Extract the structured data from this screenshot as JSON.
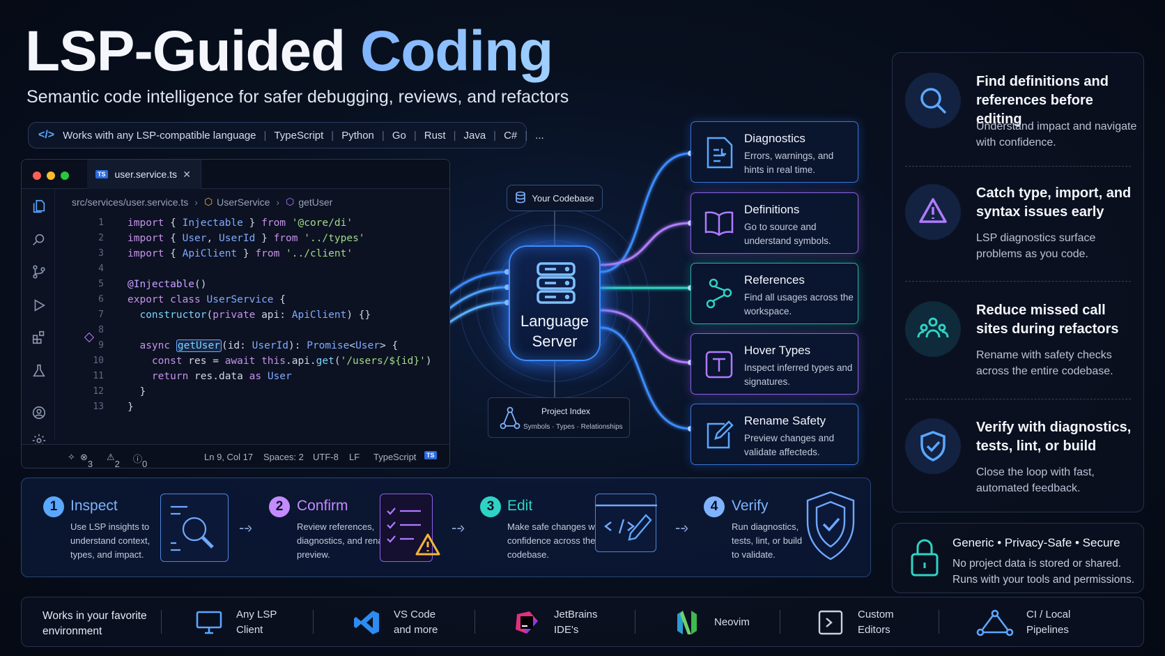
{
  "header": {
    "title_part1": "LSP-Guided ",
    "title_part2": "Coding",
    "subtitle": "Semantic code intelligence for safer debugging, reviews, and refactors",
    "lang_intro": "Works with any LSP-compatible language",
    "languages": [
      "TypeScript",
      "Python",
      "Go",
      "Rust",
      "Java",
      "C#",
      "..."
    ]
  },
  "editor": {
    "tab_badge": "TS",
    "tab_label": "user.service.ts",
    "breadcrumb_path": "src/services/user.service.ts",
    "breadcrumb_class": "UserService",
    "breadcrumb_method": "getUser",
    "line_numbers": [
      "1",
      "2",
      "3",
      "4",
      "5",
      "6",
      "7",
      "8",
      "9",
      "10",
      "11",
      "12",
      "13"
    ],
    "status": {
      "errors": "3",
      "warnings": "2",
      "infos": "0",
      "position": "Ln 9, Col 17",
      "spaces": "Spaces: 2",
      "encoding": "UTF-8",
      "eol": "LF",
      "language": "TypeScript",
      "badge": "TS"
    }
  },
  "center": {
    "codebase": "Your Codebase",
    "server_line1": "Language",
    "server_line2": "Server",
    "index_title": "Project Index",
    "index_sub": "Symbols · Types · Relationships"
  },
  "features": [
    {
      "title": "Diagnostics",
      "desc": "Errors, warnings, and hints in real time.",
      "icon": "document-icon",
      "color": "#5aa8ff"
    },
    {
      "title": "Definitions",
      "desc": "Go to source and understand symbols.",
      "icon": "book-icon",
      "color": "#b07bff"
    },
    {
      "title": "References",
      "desc": "Find all usages across the workspace.",
      "icon": "share-nodes-icon",
      "color": "#2fd3c5"
    },
    {
      "title": "Hover Types",
      "desc": "Inspect inferred types and signatures.",
      "icon": "type-t-icon",
      "color": "#b07bff"
    },
    {
      "title": "Rename Safety",
      "desc": "Preview changes and validate affecteds.",
      "icon": "edit-pen-icon",
      "color": "#5aa8ff"
    }
  ],
  "benefits": [
    {
      "title": "Find definitions and references before editing",
      "desc": "Understand impact and navigate with confidence.",
      "icon": "search-icon",
      "color": "#5aa8ff"
    },
    {
      "title": "Catch type, import, and syntax issues early",
      "desc": "LSP diagnostics surface problems as you code.",
      "icon": "warning-icon",
      "color": "#b07bff"
    },
    {
      "title": "Reduce missed call sites during refactors",
      "desc": "Rename with safety checks across the entire codebase.",
      "icon": "users-icon",
      "color": "#2fd3c5"
    },
    {
      "title": "Verify with diagnostics, tests, lint, or build",
      "desc": "Close the loop with fast, automated feedback.",
      "icon": "shield-check-icon",
      "color": "#5aa8ff"
    }
  ],
  "privacy": {
    "title": "Generic • Privacy-Safe • Secure",
    "desc": "No project data is stored or shared. Runs with your tools and permissions."
  },
  "steps": [
    {
      "num": "1",
      "title": "Inspect",
      "desc": "Use LSP insights to understand context, types, and impact.",
      "color": "#5aa8ff"
    },
    {
      "num": "2",
      "title": "Confirm",
      "desc": "Review references, diagnostics, and rename preview.",
      "color": "#c48bff"
    },
    {
      "num": "3",
      "title": "Edit",
      "desc": "Make safe changes with confidence across the codebase.",
      "color": "#2fd3c5"
    },
    {
      "num": "4",
      "title": "Verify",
      "desc": "Run diagnostics, tests, lint, or build to validate.",
      "color": "#7fb3ff"
    }
  ],
  "environments": {
    "lead": "Works in your favorite environment",
    "items": [
      {
        "label": "Any LSP Client",
        "icon": "monitor-icon"
      },
      {
        "label": "VS Code and more",
        "icon": "vscode-icon"
      },
      {
        "label": "JetBrains IDE's",
        "icon": "jetbrains-icon"
      },
      {
        "label": "Neovim",
        "icon": "neovim-icon"
      },
      {
        "label": "Custom Editors",
        "icon": "terminal-icon"
      },
      {
        "label": "CI / Local Pipelines",
        "icon": "pipeline-icon"
      }
    ]
  }
}
